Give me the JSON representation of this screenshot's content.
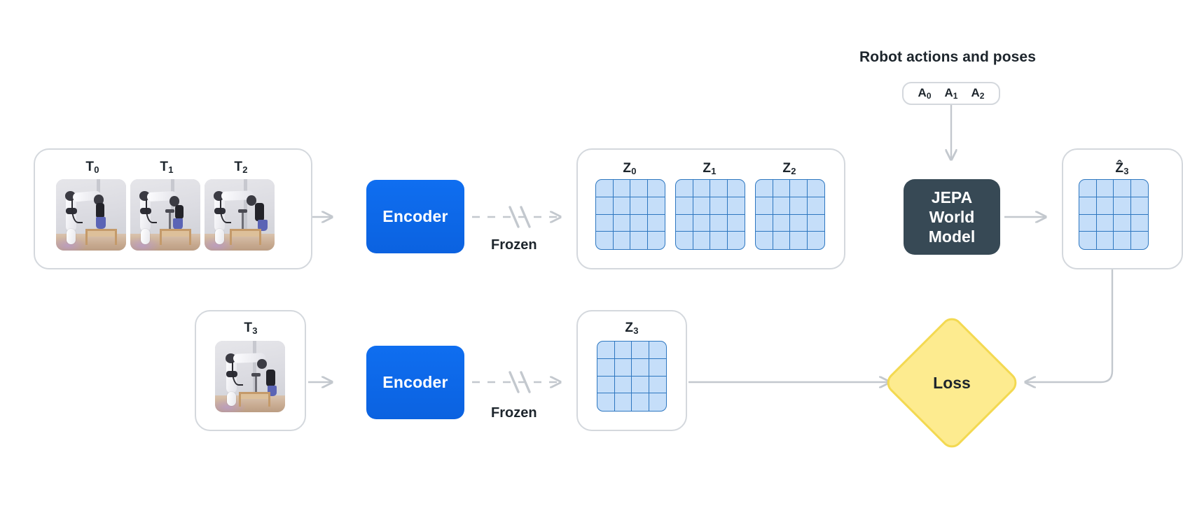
{
  "diagram": {
    "title_actions": "Robot actions and poses",
    "frozen_label_top": "Frozen",
    "frozen_label_bottom": "Frozen",
    "encoder_label_top": "Encoder",
    "encoder_label_bottom": "Encoder",
    "world_model_label": "JEPA\nWorld\nModel",
    "world_model_lines": [
      "JEPA",
      "World",
      "Model"
    ],
    "loss_label": "Loss",
    "input_frames_top": [
      {
        "name": "frame-t0",
        "label": "T",
        "sub": "0"
      },
      {
        "name": "frame-t1",
        "label": "T",
        "sub": "1"
      },
      {
        "name": "frame-t2",
        "label": "T",
        "sub": "2"
      }
    ],
    "input_frames_bottom": [
      {
        "name": "frame-t3",
        "label": "T",
        "sub": "3"
      }
    ],
    "latents_top": [
      {
        "name": "latent-z0",
        "label": "Z",
        "sub": "0",
        "rows": 4,
        "cols": 4
      },
      {
        "name": "latent-z1",
        "label": "Z",
        "sub": "1",
        "rows": 4,
        "cols": 4
      },
      {
        "name": "latent-z2",
        "label": "Z",
        "sub": "2",
        "rows": 4,
        "cols": 4
      }
    ],
    "latents_bottom": [
      {
        "name": "latent-z3",
        "label": "Z",
        "sub": "3",
        "rows": 4,
        "cols": 4
      }
    ],
    "predicted_latent": {
      "name": "latent-zhat3",
      "label": "Ẑ",
      "sub": "3",
      "rows": 4,
      "cols": 4
    },
    "actions": [
      {
        "label": "A",
        "sub": "0"
      },
      {
        "label": "A",
        "sub": "1"
      },
      {
        "label": "A",
        "sub": "2"
      }
    ],
    "colors": {
      "encoder_blue": "#0d6efd",
      "world_model_slate": "#374955",
      "loss_yellow_fill": "#fdeb8f",
      "loss_yellow_border": "#f3d951",
      "latent_fill": "#c5def9",
      "latent_stroke": "#2e77c0",
      "panel_border": "#d4d8dd",
      "arrow_gray": "#c3c8ce",
      "text_dark": "#1d252c",
      "background": "#ffffff"
    }
  }
}
